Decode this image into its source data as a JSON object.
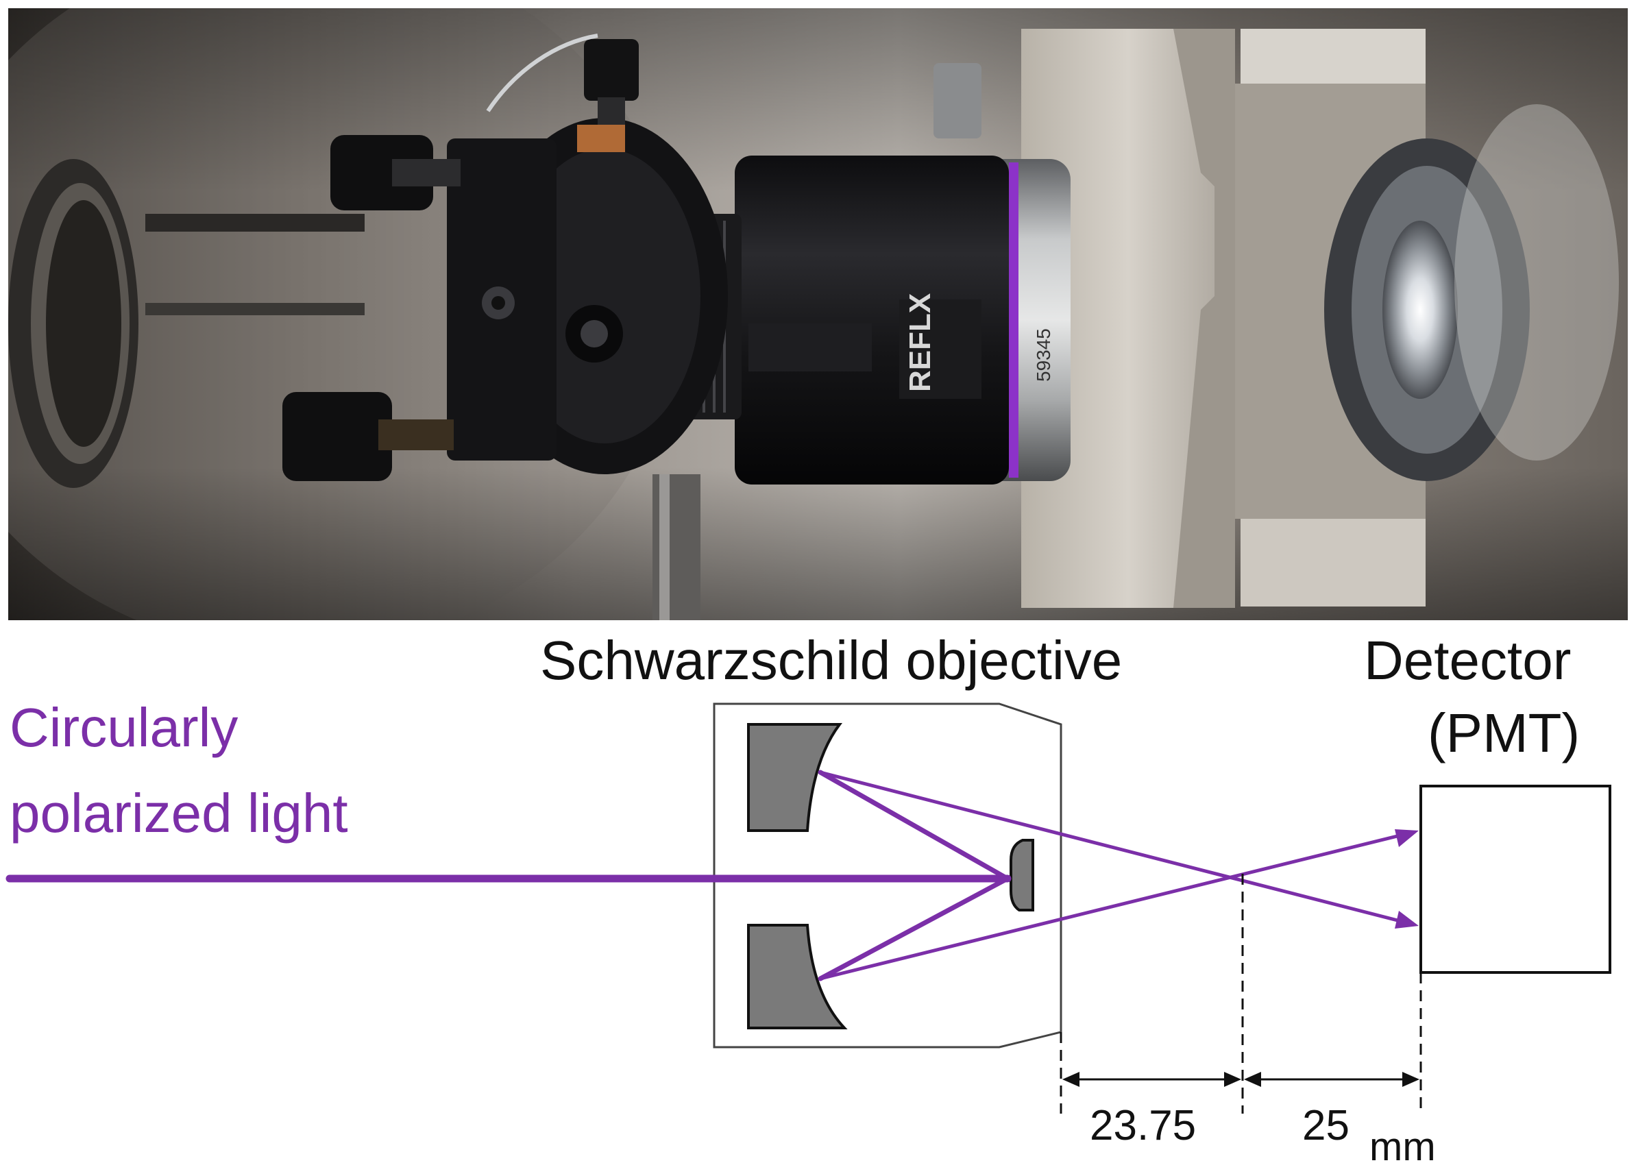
{
  "photo": {
    "brand_logo_text": "REFLX",
    "serial_number": "59345"
  },
  "labels": {
    "objective": "Schwarzschild objective",
    "detector_line1": "Detector",
    "detector_line2": "(PMT)",
    "light_line1": "Circularly",
    "light_line2": "polarized light"
  },
  "dimensions": {
    "objective_to_focus": "23.75",
    "focus_to_detector": "25",
    "unit": "mm"
  },
  "colors": {
    "light_beam": "#7b2fa8",
    "mirror_fill": "#7a7a7a",
    "purple_ring": "#8c32c8",
    "steel": "#8a8f94"
  }
}
